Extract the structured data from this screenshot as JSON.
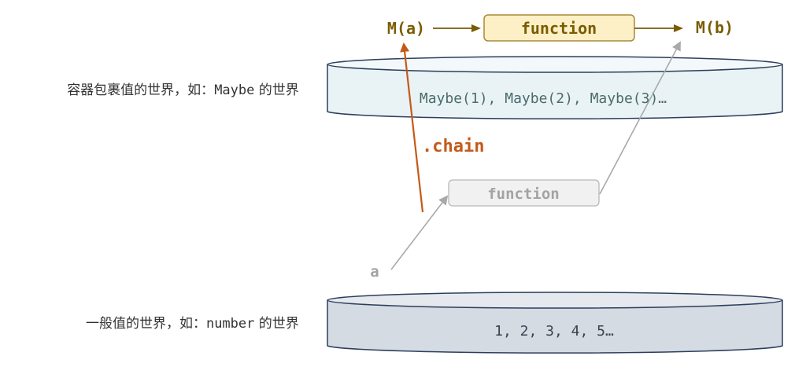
{
  "colors": {
    "brown": "#7a5c00",
    "brown_box_fill": "#fdf0c6",
    "brown_box_stroke": "#a8893a",
    "orange": "#c45a1a",
    "gray": "#a9a9a9",
    "gray_text": "#a3a3a3",
    "gray_box_fill": "#f1f1f1",
    "gray_box_stroke": "#b8b8b8",
    "container_fill": "#e9f3f5",
    "container_top_fill": "#f3f8fa",
    "number_fill": "#d5dbe3",
    "number_top_fill": "#e5e9ee",
    "cylinder_stroke": "#2c3e5c",
    "container_text": "#4b6b6b",
    "number_text": "#3a4250"
  },
  "top_flow": {
    "ma_label": "M(a)",
    "function_label": "function",
    "mb_label": "M(b)"
  },
  "container_world": {
    "side_label_cjk": "容器包裹值的世界，如：",
    "side_label_code": "Maybe",
    "side_label_tail": " 的世界",
    "content": "Maybe(1), Maybe(2), Maybe(3)…"
  },
  "chain_label": ".chain",
  "inner_function_label": "function",
  "input_label": "a",
  "normal_world": {
    "side_label_cjk": "一般值的世界，如：",
    "side_label_code": "number",
    "side_label_tail": " 的世界",
    "content": "1, 2, 3, 4, 5…"
  }
}
